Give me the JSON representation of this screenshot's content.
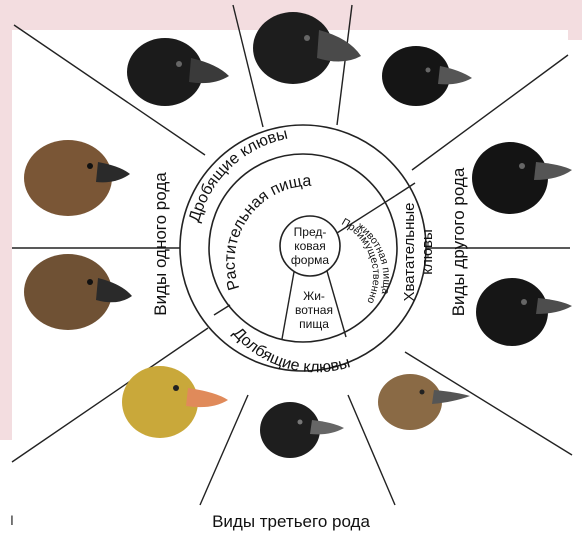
{
  "diagram": {
    "center_label_lines": [
      "Пред-",
      "ковая",
      "форма"
    ],
    "ring_inner": {
      "plant_food": "Растительная пища",
      "animal_food": [
        "Жи-",
        "вотная",
        "пища"
      ],
      "mostly_animal_food": [
        "Преимущественно",
        "животная пища"
      ]
    },
    "ring_middle": {
      "crushing_beaks": "Дробящие клювы",
      "grasping_beaks": [
        "Хватательные",
        "клювы"
      ],
      "pecking_beaks": "Долбящие клювы"
    },
    "outer_labels": {
      "left": "Виды одного рода",
      "right": "Виды другого рода",
      "bottom": "Виды третьего рода"
    },
    "margin_mark": "I",
    "birds": [
      {
        "name": "finch-large-ground",
        "body": "#1b1b1b",
        "beak": "#3a3a3a"
      },
      {
        "name": "finch-medium-ground",
        "body": "#1d1d1d",
        "beak": "#4a4a4a"
      },
      {
        "name": "finch-small-ground",
        "body": "#151515",
        "beak": "#555555"
      },
      {
        "name": "finch-brown-1",
        "body": "#7a5636",
        "beak": "#2a2a2a"
      },
      {
        "name": "finch-brown-2",
        "body": "#6f5134",
        "beak": "#2a2a2a"
      },
      {
        "name": "finch-black-right-1",
        "body": "#141414",
        "beak": "#555555"
      },
      {
        "name": "finch-black-right-2",
        "body": "#161616",
        "beak": "#4d4d4d"
      },
      {
        "name": "finch-yellow",
        "body": "#c9a83a",
        "beak": "#e08a5a"
      },
      {
        "name": "finch-dark-bottom",
        "body": "#1e1e1e",
        "beak": "#666666"
      },
      {
        "name": "finch-warbler",
        "body": "#8a6a45",
        "beak": "#555555"
      }
    ]
  }
}
